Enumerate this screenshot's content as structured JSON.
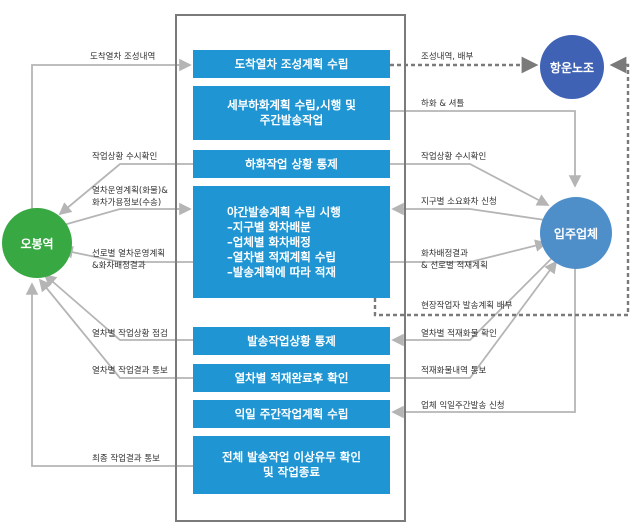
{
  "colors": {
    "process": "#1f96d3",
    "station": "#38a843",
    "company": "#4e8ec9",
    "union": "#3f62b5",
    "arrow": "#b5b5b5",
    "dotted": "#7a7a7a"
  },
  "nodes": {
    "station": "오봉역",
    "company": "입주업체",
    "union": "항운노조"
  },
  "process": [
    "도착열차 조성계획 수립",
    "세부하화계획 수립,시행 및\n주간발송작업",
    "하화작업 상황 통제",
    "야간발송계획 수립 시행\n–지구별 화차배분\n–업체별 화차배정\n–열차별 적재계획 수립\n–발송계획에 따라 적재",
    "발송작업상황 통제",
    "열차별 적재완료후 확인",
    "익일 주간작업계획 수립",
    "전체 발송작업 이상유무 확인\n및 작업종료"
  ],
  "left_labels": [
    "도착열차 조성내역",
    "작업상황 수시확인",
    "열차운영계획(화물)&\n화차가용정보(수송)",
    "선로별 열차운영계획\n&화차배정결과",
    "열차별 작업상황 점검",
    "열차별 작업결과 통보",
    "최종 작업결과 통보"
  ],
  "right_labels": [
    "조성내역, 배부",
    "하화 & 셔틀",
    "작업상황 수시확인",
    "지구별 소요화차 신청",
    "화차배정결과\n& 선로별 적재계획",
    "현장작업자 발송계획 배부",
    "열차별 적재화물 확인",
    "적재화물내역 통보",
    "업체 익일주간발송 신청"
  ]
}
